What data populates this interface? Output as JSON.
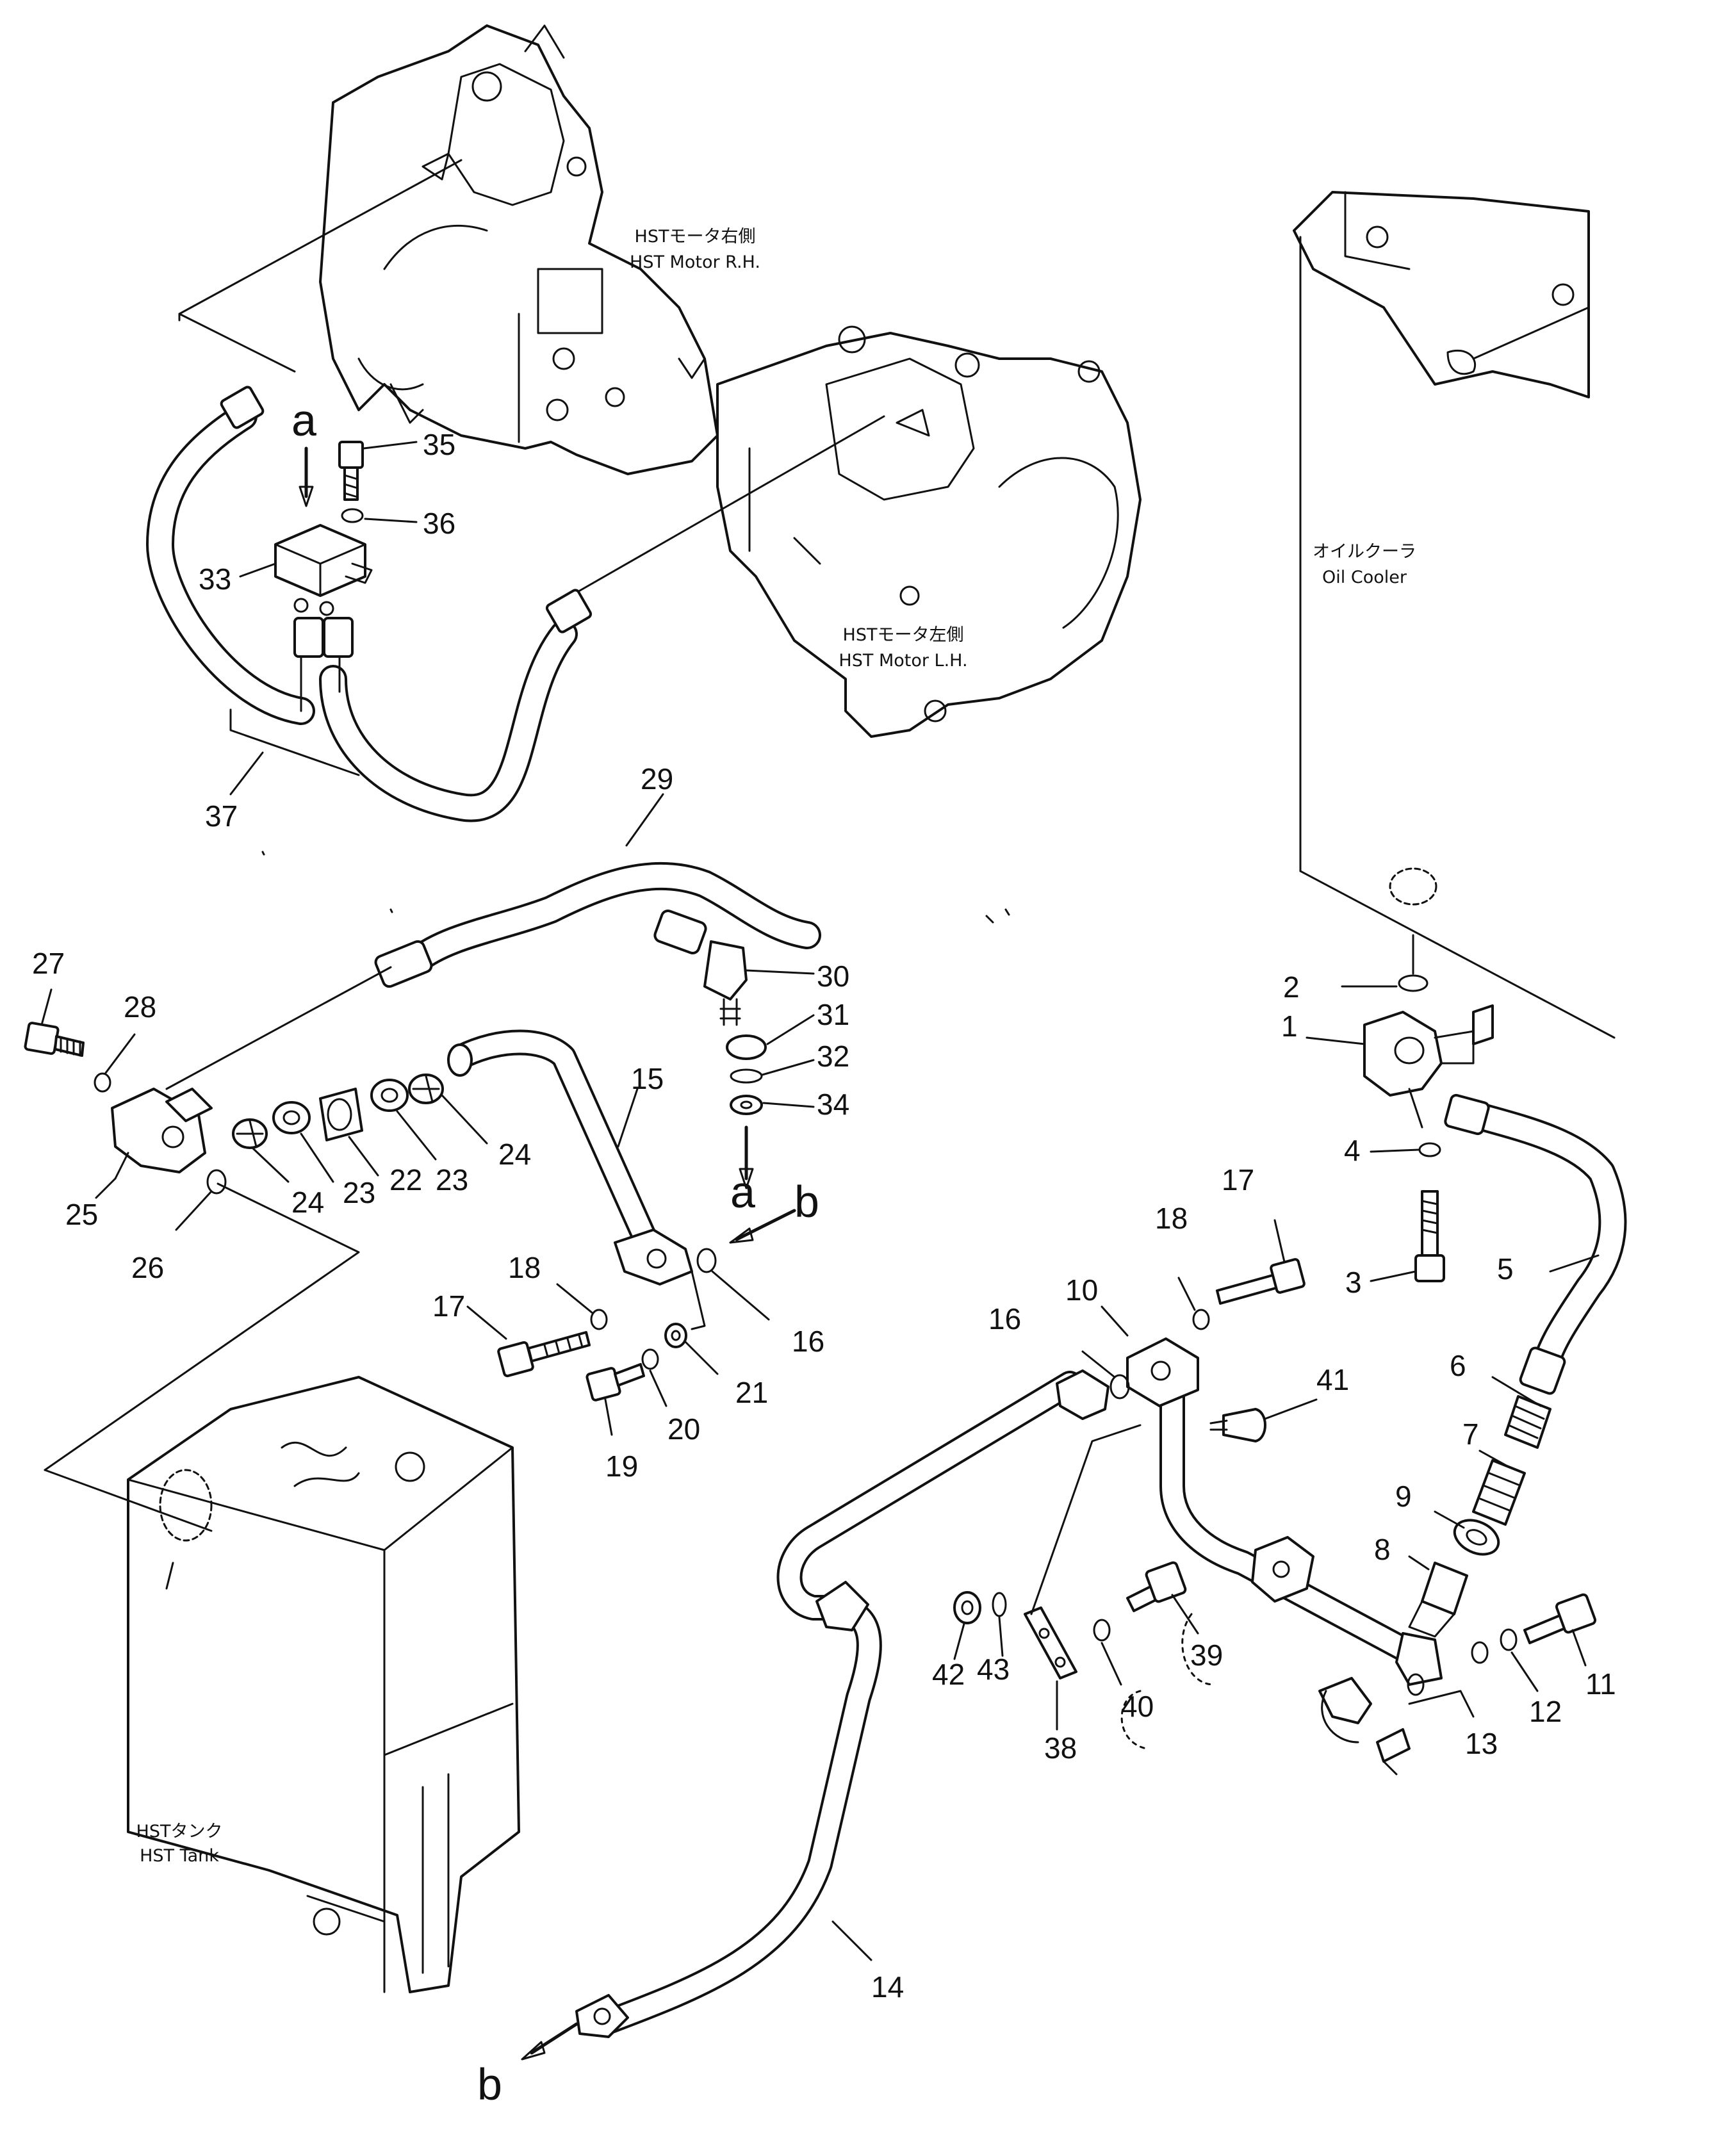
{
  "components": {
    "motor_rh": {
      "label_jp": "HSTモータ右側",
      "label_en": "HST Motor R.H."
    },
    "motor_lh": {
      "label_jp": "HSTモータ左側",
      "label_en": "HST Motor L.H."
    },
    "oil_cooler": {
      "label_jp": "オイルクーラ",
      "label_en": "Oil Cooler"
    },
    "tank": {
      "label_jp": "HSTタンク",
      "label_en": "HST Tank"
    }
  },
  "callouts": {
    "n1": "1",
    "n2": "2",
    "n3": "3",
    "n4": "4",
    "n5": "5",
    "n6": "6",
    "n7": "7",
    "n8": "8",
    "n9": "9",
    "n10": "10",
    "n11": "11",
    "n12": "12",
    "n13": "13",
    "n14": "14",
    "n15": "15",
    "n16a": "16",
    "n16b": "16",
    "n17a": "17",
    "n17b": "17",
    "n18a": "18",
    "n18b": "18",
    "n19": "19",
    "n20": "20",
    "n21": "21",
    "n22": "22",
    "n23a": "23",
    "n23b": "23",
    "n24a": "24",
    "n24b": "24",
    "n25": "25",
    "n26": "26",
    "n27": "27",
    "n28": "28",
    "n29": "29",
    "n30": "30",
    "n31": "31",
    "n32": "32",
    "n33": "33",
    "n34": "34",
    "n35": "35",
    "n36": "36",
    "n37": "37",
    "n38": "38",
    "n39": "39",
    "n40": "40",
    "n41": "41",
    "n42": "42",
    "n43": "43"
  },
  "connection_marks": {
    "a_top": "a",
    "a_mid": "a",
    "b_mid": "b",
    "b_bottom": "b"
  }
}
